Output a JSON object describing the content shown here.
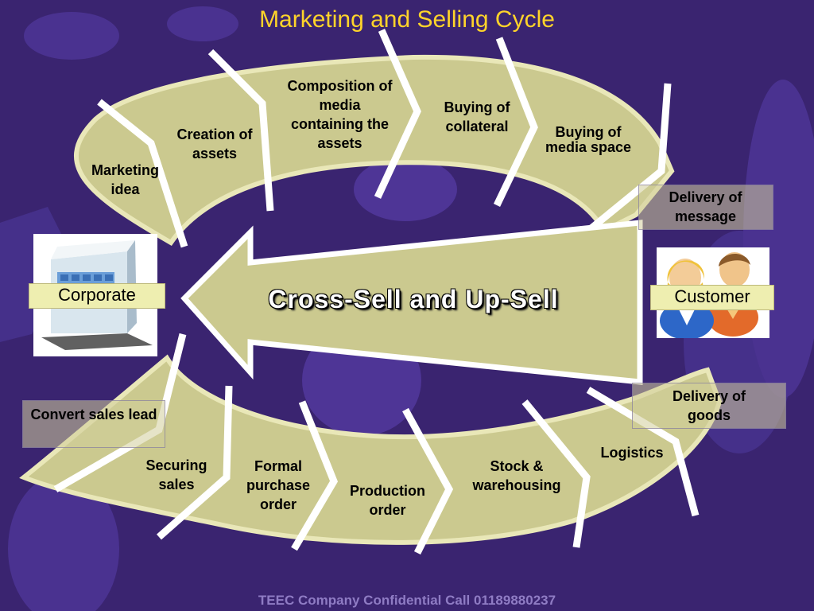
{
  "title": "Marketing and Selling Cycle",
  "footer": "TEEC Company Confidential Call 01189880237",
  "center_arrow": {
    "label": "Cross-Sell and Up-Sell"
  },
  "left_entity": {
    "label": "Corporate",
    "icon": "office-building-icon"
  },
  "right_entity": {
    "label": "Customer",
    "icon": "people-icon"
  },
  "top_steps": [
    {
      "label": "Marketing idea"
    },
    {
      "label": "Creation of assets"
    },
    {
      "label": "Composition of media containing the assets"
    },
    {
      "label": "Buying of collateral"
    },
    {
      "label": "Buying of media space"
    },
    {
      "label": "Delivery of message"
    }
  ],
  "bottom_steps": [
    {
      "label": "Delivery of goods"
    },
    {
      "label": "Logistics"
    },
    {
      "label": "Stock & warehousing"
    },
    {
      "label": "Production order"
    },
    {
      "label": "Formal purchase order"
    },
    {
      "label": "Securing sales"
    },
    {
      "label": "Convert sales lead"
    }
  ],
  "colors": {
    "background": "#3a2470",
    "band": "#cbc98f",
    "title": "#ffd42a",
    "footer": "#8f7cc4"
  }
}
